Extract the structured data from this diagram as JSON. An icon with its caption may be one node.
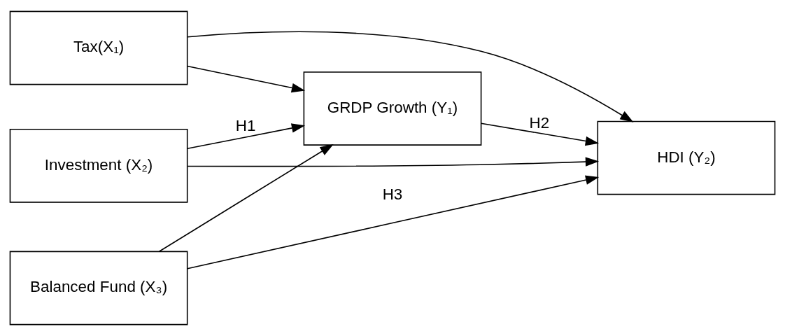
{
  "diagram": {
    "nodes": [
      {
        "text": [
          "Tax(X₁)"
        ]
      },
      {
        "text": [
          "Investment (X₂)"
        ]
      },
      {
        "text": [
          "Balanced Fund (X₃)"
        ]
      },
      {
        "text": [
          "GRDP Growth (Y₁)"
        ]
      },
      {
        "text": [
          "HDI (Y₂)"
        ]
      }
    ],
    "edges": [
      {
        "from": 0,
        "to": 4,
        "arrow": "to"
      },
      {
        "from": 0,
        "to": 3,
        "arrow": "to"
      },
      {
        "from": 1,
        "to": 3,
        "arrow": "to",
        "label": "H1"
      },
      {
        "from": 2,
        "to": 3,
        "arrow": "to"
      },
      {
        "from": 3,
        "to": 4,
        "arrow": "to",
        "label": "H2"
      },
      {
        "from": 2,
        "to": 4,
        "arrow": "to",
        "label": "H3"
      },
      {
        "from": 1,
        "to": 4,
        "arrow": "to"
      }
    ]
  }
}
